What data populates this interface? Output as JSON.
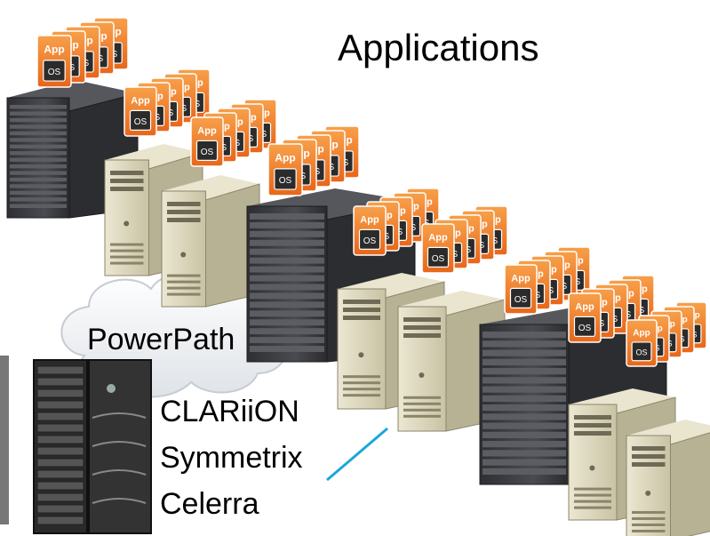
{
  "labels": {
    "applications": "Applications",
    "powerpath": "PowerPath",
    "storage_line1": "CLARiiON",
    "storage_line2": "Symmetrix",
    "storage_line3": "Celerra"
  },
  "app_card": {
    "app_text": "App",
    "os_text": "OS"
  },
  "colors": {
    "card_orange": "#F07A20",
    "card_dark": "#2B2B2B",
    "rack_dark": "#3F4044",
    "tower_beige": "#D8D3B8",
    "link_line": "#1AA7D9"
  }
}
